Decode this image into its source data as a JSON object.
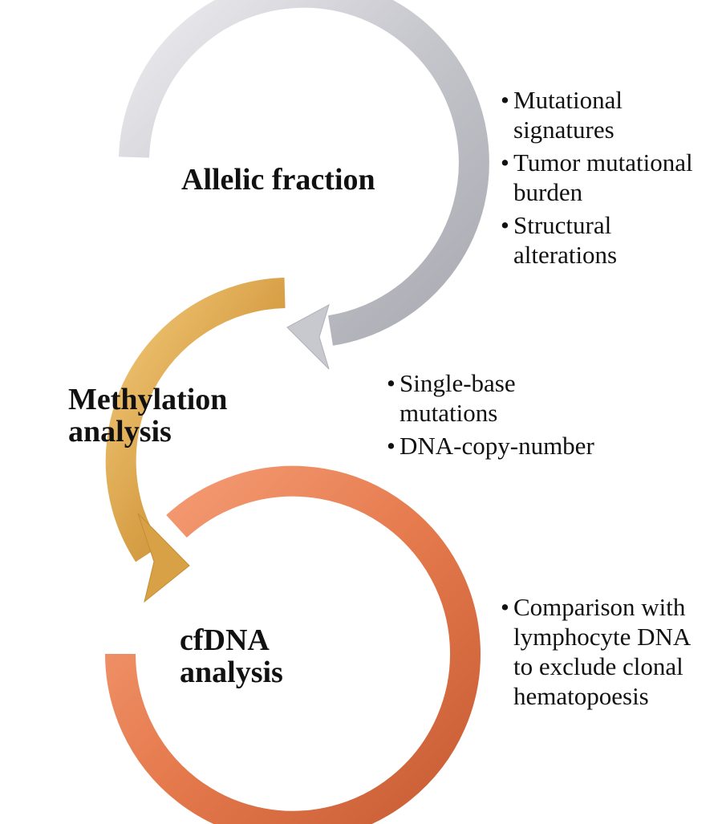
{
  "colors": {
    "gray_ring": "#c4c4cb",
    "gold_ring": "#d9a146",
    "orange_ring": "#e2774a"
  },
  "stages": [
    {
      "id": "allelic",
      "title_lines": [
        "Allelic  fraction"
      ],
      "bullets": [
        "Mutational signatures",
        "Tumor mutational burden",
        "Structural alterations"
      ],
      "bullet_lines": [
        [
          "Mutational",
          "signatures"
        ],
        [
          "Tumor mutational",
          "burden"
        ],
        [
          "Structural",
          "alterations"
        ]
      ]
    },
    {
      "id": "methylation",
      "title_lines": [
        "Methylation",
        "analysis"
      ],
      "bullet_lines": [
        [
          "Single-base",
          "mutations"
        ],
        [
          "DNA-copy-number"
        ]
      ]
    },
    {
      "id": "cfdna",
      "title_lines": [
        "cfDNA",
        "analysis"
      ],
      "bullet_lines": [
        [
          "Comparison with",
          "lymphocyte DNA",
          "to exclude clonal",
          "hematopoesis"
        ]
      ]
    }
  ],
  "bullet_glyph": "•"
}
